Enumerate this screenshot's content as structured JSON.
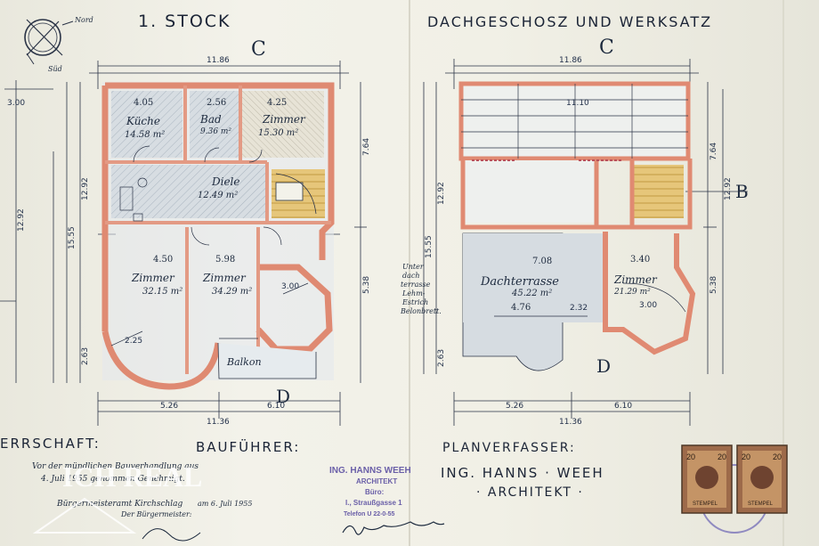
{
  "headers": {
    "floor1": "1. STOCK",
    "attic": "DACHGESCHOSZ UND WERKSATZ"
  },
  "compass": {
    "north": "Nord",
    "south": "Süd"
  },
  "section_marks": {
    "c": "C",
    "d": "D",
    "b": "B"
  },
  "floor1": {
    "rooms": [
      {
        "name": "Küche",
        "area": "14.58 m²",
        "width": "4.05"
      },
      {
        "name": "Bad",
        "area": "9.36 m²",
        "width": "2.56"
      },
      {
        "name": "Zimmer",
        "area": "15.30 m²",
        "width": "4.25"
      },
      {
        "name": "Diele",
        "area": "12.49 m²"
      },
      {
        "name": "Zimmer",
        "area": "32.15 m²",
        "width": "4.50"
      },
      {
        "name": "Zimmer",
        "area": "34.29 m²",
        "width": "5.98"
      },
      {
        "name": "Balkon"
      }
    ],
    "dims": {
      "top_total": "11.86",
      "right_1": "7.64",
      "right_2": "5.38",
      "left_1": "12.92",
      "left_2": "15.55",
      "left_3": "2.63",
      "bottom_1": "5.26",
      "bottom_2": "6.10",
      "bottom_total": "11.36",
      "diag_1": "2.25",
      "diag_2": "3.00",
      "left_far": "3.00",
      "left_far_2": "12.92"
    }
  },
  "attic": {
    "rooms": [
      {
        "name": "Dachterrasse",
        "area": "45.22 m²",
        "width": "7.08",
        "sub": "4.76"
      },
      {
        "name": "Zimmer",
        "area": "21.29 m²",
        "width": "3.40"
      }
    ],
    "side_note": [
      "Unter",
      "dach",
      "terrasse",
      "Lehm-",
      "Estrich",
      "Belonbrett."
    ],
    "dims": {
      "top_total": "11.86",
      "top_inner": "11.10",
      "right_1": "7.64",
      "right_2": "5.38",
      "left_1": "12.92",
      "left_2": "15.55",
      "left_3": "2.63",
      "bottom_1": "5.26",
      "bottom_2": "6.10",
      "bottom_total": "11.36",
      "mid_1": "2.32",
      "diag": "3.00"
    }
  },
  "footer": {
    "owner_label": "ERRSCHAFT:",
    "builder_label": "BAUFÜHRER:",
    "planner_label": "PLANVERFASSER:",
    "planner_name": "ING. HANNS · WEEH",
    "planner_title": "· ARCHITEKT ·",
    "owner_note_1": "Vor der mündlichen Bauverhandlung aus",
    "owner_note_2": "4. Juli 1955 genommen Genehmigt.",
    "authority": "Bürgermeisteramt Kirchschlag",
    "authority_date": "am 6. Juli 1955",
    "mayor": "Der Bürgermeister:"
  },
  "stamp": {
    "line1": "ING. HANNS WEEH",
    "line2": "ARCHITEKT",
    "line3": "Büro:",
    "line4": "I., Straußgasse 1",
    "line5": "Telefon U 22-0-55"
  },
  "signature": "Ing. Hanns Weeh",
  "revenue_stamps": {
    "value": "20",
    "text": "STEMPEL"
  },
  "watermark": "ICH REAL"
}
